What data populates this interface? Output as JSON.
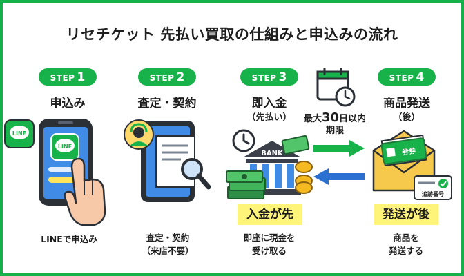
{
  "title": "リセチケット 先払い買取の仕組みと申込みの流れ",
  "step_word": "STEP",
  "steps": [
    {
      "number": "1",
      "heading": "申込み",
      "sub": "",
      "caption_line1": "LINEで申込み",
      "caption_line2": ""
    },
    {
      "number": "2",
      "heading": "査定・契約",
      "sub": "",
      "caption_line1": "査定・契約",
      "caption_line2": "（来店不要）"
    },
    {
      "number": "3",
      "heading": "即入金",
      "sub": "（先払い）",
      "highlight": "入金が先",
      "caption_line1": "即座に現金を",
      "caption_line2": "受け取る"
    },
    {
      "number": "4",
      "heading": "商品発送",
      "sub": "（後）",
      "highlight": "発送が後",
      "caption_line1": "商品を",
      "caption_line2": "発送する"
    }
  ],
  "deadline": {
    "prefix": "最大",
    "number": "30",
    "suffix": "日以内",
    "line2": "期限"
  },
  "icon_labels": {
    "line": "LINE",
    "bank": "BANK",
    "ticket": "券券",
    "tracking": "追跡番号"
  },
  "colors": {
    "brand_green": "#18b24a",
    "arrow_blue": "#2b6fd1",
    "highlight_yellow": "#fff47a",
    "phone_blue": "#3f8be6"
  },
  "icons": [
    "line-app-icon",
    "phone-icon",
    "hand-pointer-icon",
    "support-agent-icon",
    "document-icon",
    "magnifier-icon",
    "clock-icon",
    "bank-icon",
    "cash-stack-icon",
    "coin-icon",
    "calendar-icon",
    "arrow-right-icon",
    "arrow-left-icon",
    "envelope-icon",
    "ticket-icon",
    "tracking-card-icon"
  ]
}
